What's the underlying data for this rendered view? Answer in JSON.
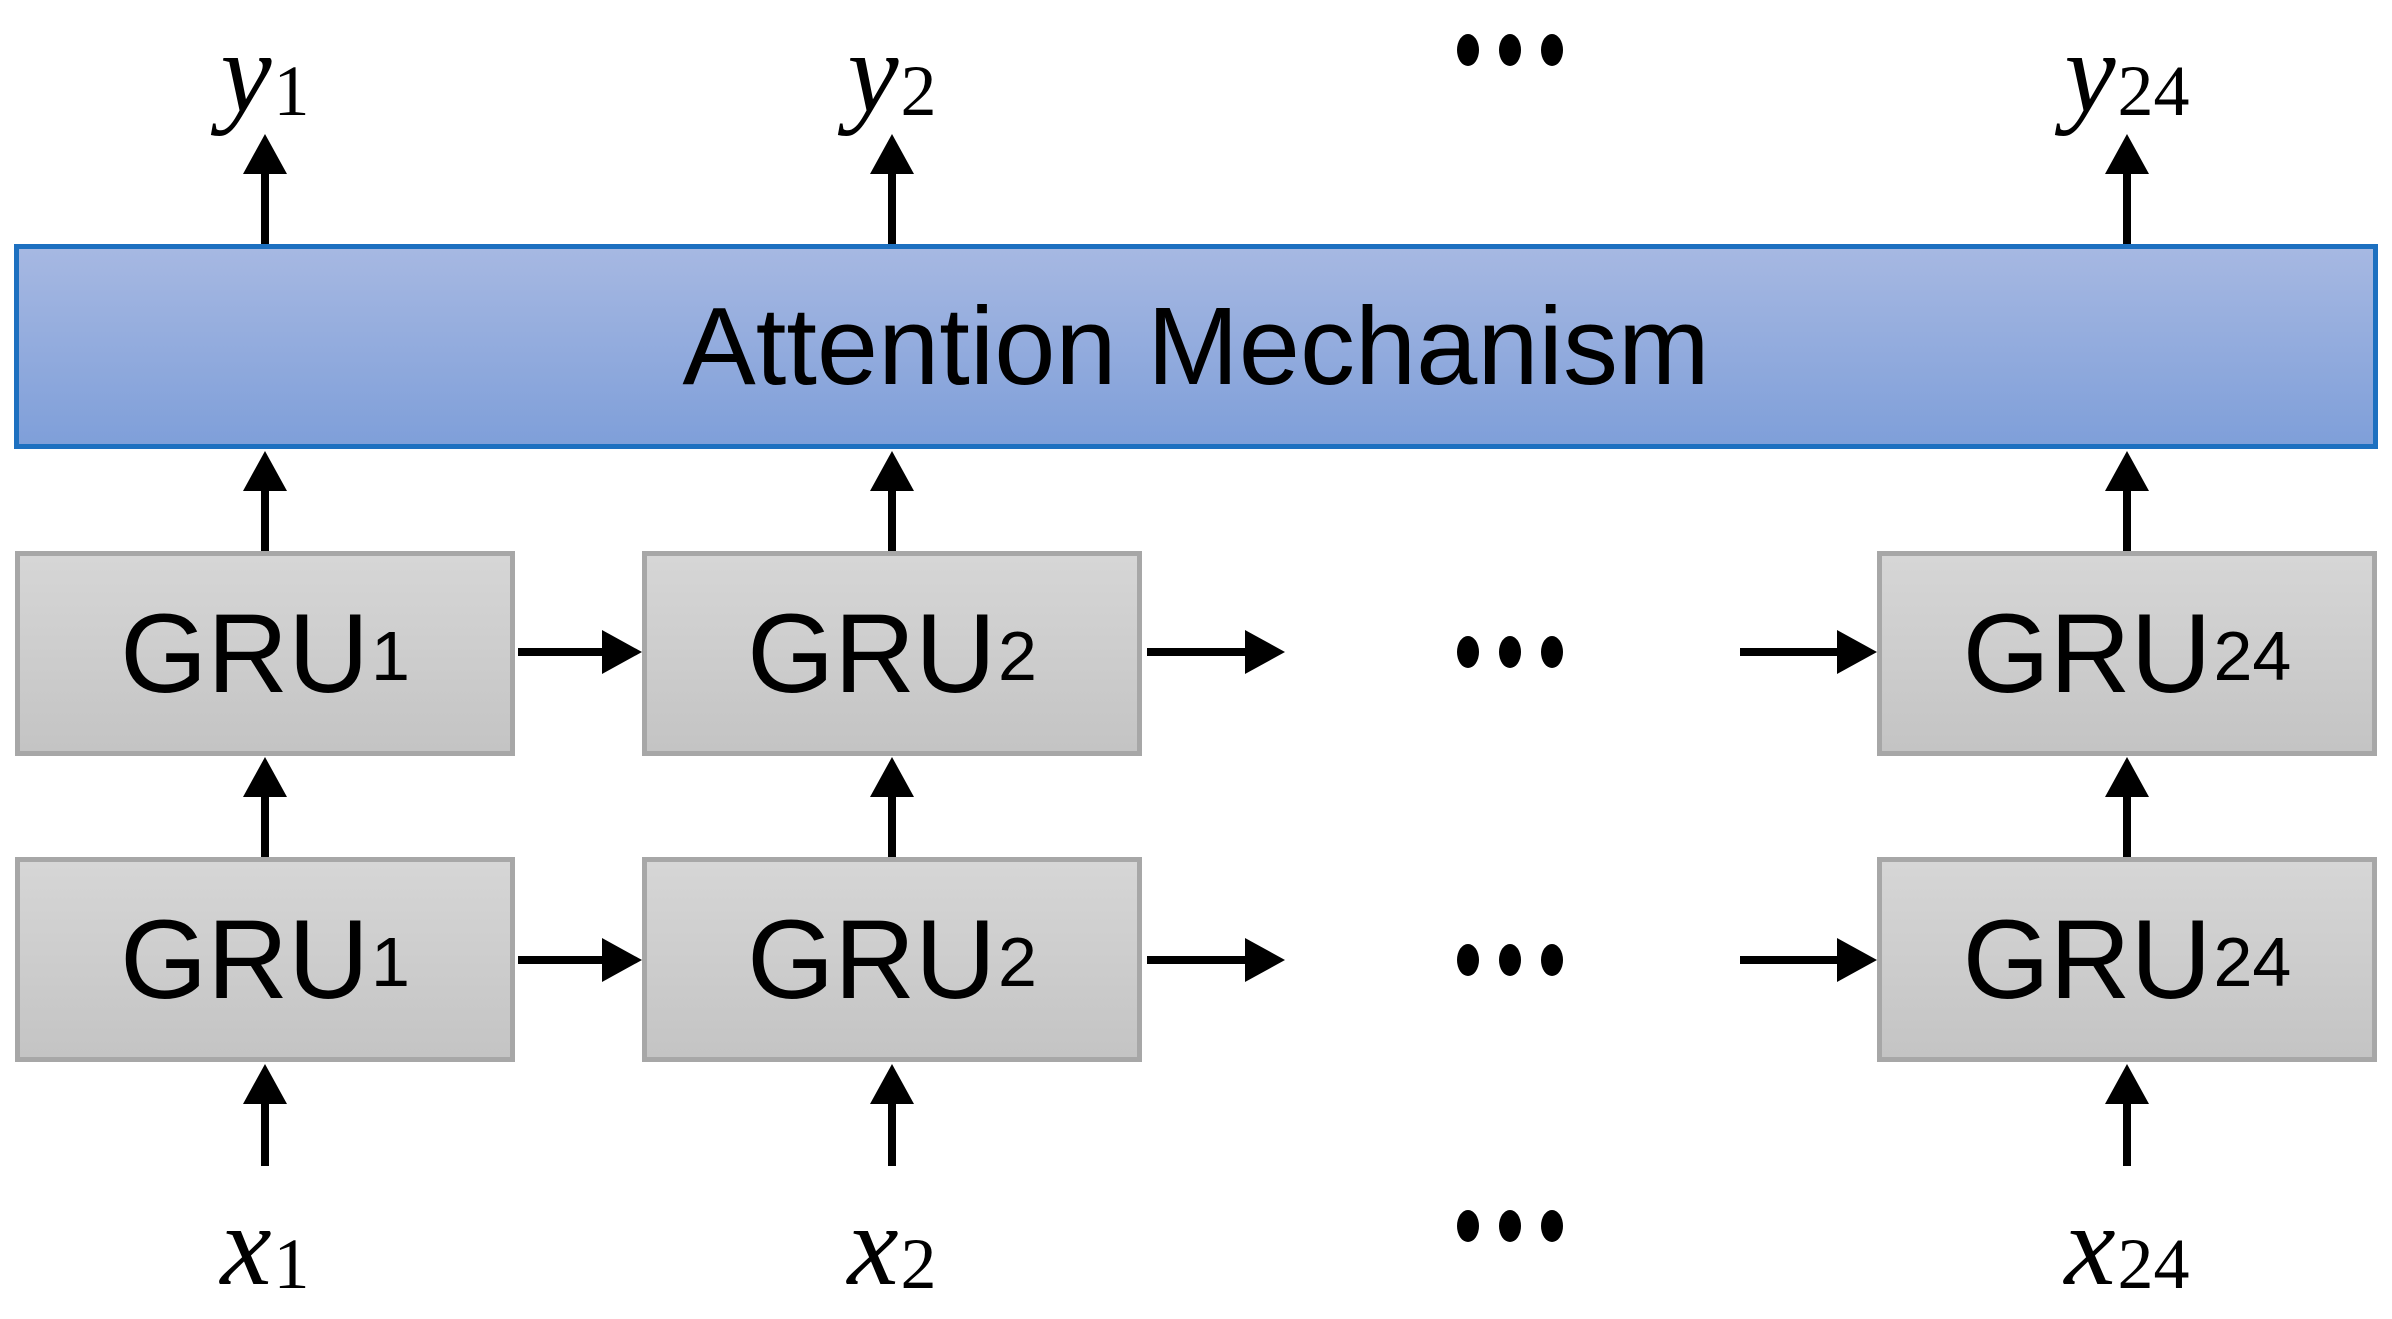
{
  "attention": {
    "label": "Attention Mechanism"
  },
  "columns": [
    {
      "key": "1",
      "output": {
        "base": "y",
        "sub": "1"
      },
      "gru_top": {
        "base": "GRU",
        "sub": "1"
      },
      "gru_bottom": {
        "base": "GRU",
        "sub": "1"
      },
      "input": {
        "base": "x",
        "sub": "1"
      }
    },
    {
      "key": "2",
      "output": {
        "base": "y",
        "sub": "2"
      },
      "gru_top": {
        "base": "GRU",
        "sub": "2"
      },
      "gru_bottom": {
        "base": "GRU",
        "sub": "2"
      },
      "input": {
        "base": "x",
        "sub": "2"
      }
    },
    {
      "key": "24",
      "output": {
        "base": "y",
        "sub": "24"
      },
      "gru_top": {
        "base": "GRU",
        "sub": "24"
      },
      "gru_bottom": {
        "base": "GRU",
        "sub": "24"
      },
      "input": {
        "base": "x",
        "sub": "24"
      }
    }
  ],
  "ellipsis": "...",
  "colors": {
    "canvas-bg": "#ffffff",
    "attention-border": "#1d70c0",
    "attention-fill-top": "#a6b8e2",
    "attention-fill-bottom": "#7f9fd9",
    "gru-border": "#a7a7a7",
    "gru-fill-top": "#d6d6d6",
    "gru-fill-bottom": "#c4c4c4",
    "arrow-color": "#000000",
    "text-color": "#000000"
  }
}
